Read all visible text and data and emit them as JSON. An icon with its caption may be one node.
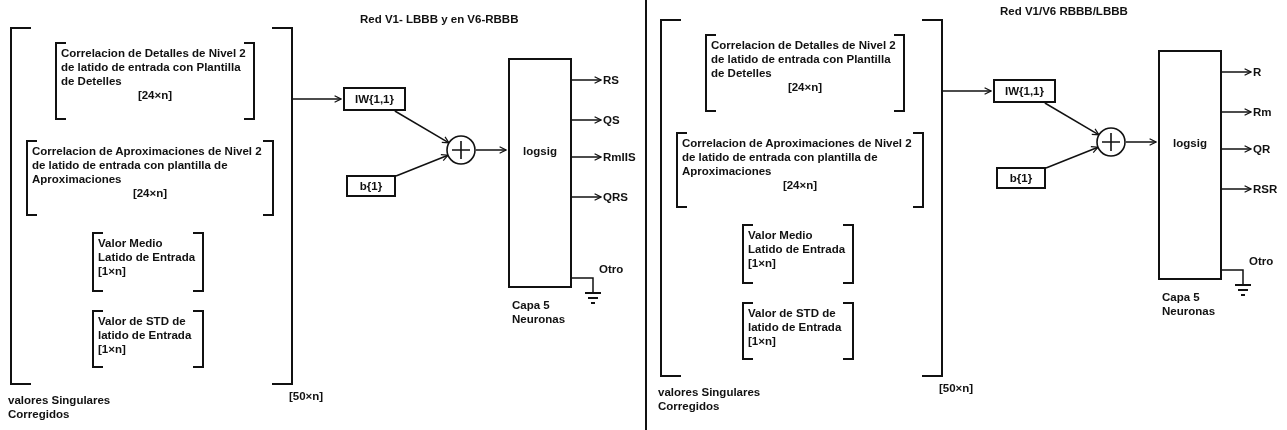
{
  "diagram": {
    "nodes": [
      {
        "text": [
          "valores Singulares Corregidos"
        ],
        "beside": [
          "[50×n]"
        ]
      },
      {
        "text": [
          "Correlacion de Detalles de Nivel 2 de latido de entrada con Plantilla de Detelles",
          "[24×n]"
        ],
        "in": 0
      },
      {
        "text": [
          "Correlacion de Aproximaciones de Nivel 2 de latido de entrada con plantilla de Aproximaciones",
          "[24×n]"
        ],
        "in": 0
      },
      {
        "text": [
          "Valor Medio Latido de Entrada [1×n]"
        ],
        "in": 0
      },
      {
        "text": [
          "Valor de STD de latido de Entrada [1×n]"
        ],
        "in": 0
      },
      {
        "text": [
          "IW{1,1}"
        ]
      },
      {
        "text": [
          "b{1}"
        ]
      },
      {
        "text": [],
        "shape": "circle"
      },
      {
        "text": [
          "logsig"
        ],
        "beside": [
          "Capa 5 Neuronas"
        ]
      },
      {
        "text": [
          "RS"
        ]
      },
      {
        "text": [
          "QS"
        ]
      },
      {
        "text": [
          "RmIIS"
        ]
      },
      {
        "text": [
          "QRS"
        ]
      },
      {
        "text": [],
        "shape": "ground"
      },
      {
        "text": [
          "valores Singulares Corregidos"
        ],
        "beside": [
          "[50×n]"
        ]
      },
      {
        "text": [
          "Correlacion de Detalles de Nivel 2 de latido de entrada con Plantilla de Detelles",
          "[24×n]"
        ],
        "in": 14
      },
      {
        "text": [
          "Correlacion de Aproximaciones de Nivel 2 de latido de entrada con plantilla de Aproximaciones",
          "[24×n]"
        ],
        "in": 14
      },
      {
        "text": [
          "Valor Medio Latido de Entrada [1×n]"
        ],
        "in": 14
      },
      {
        "text": [
          "Valor de STD de latido de Entrada [1×n]"
        ],
        "in": 14
      },
      {
        "text": [
          "IW{1,1}"
        ]
      },
      {
        "text": [
          "b{1}"
        ]
      },
      {
        "text": [],
        "shape": "circle"
      },
      {
        "text": [
          "logsig"
        ],
        "beside": [
          "Capa 5 Neuronas"
        ]
      },
      {
        "text": [
          "R"
        ]
      },
      {
        "text": [
          "Rm"
        ]
      },
      {
        "text": [
          "QR"
        ]
      },
      {
        "text": [
          "RSR"
        ]
      },
      {
        "text": [],
        "shape": "ground"
      }
    ],
    "edges": [
      {
        "from": 0,
        "to": 5,
        "arrow": "to"
      },
      {
        "from": 5,
        "to": 7,
        "arrow": "to"
      },
      {
        "from": 6,
        "to": 7,
        "arrow": "to"
      },
      {
        "from": 7,
        "to": 8,
        "arrow": "to"
      },
      {
        "from": 8,
        "to": 9,
        "arrow": "to"
      },
      {
        "from": 8,
        "to": 10,
        "arrow": "to"
      },
      {
        "from": 8,
        "to": 11,
        "arrow": "to"
      },
      {
        "from": 8,
        "to": 12,
        "arrow": "to"
      },
      {
        "from": 8,
        "to": 13,
        "arrow": "none",
        "label": "Otro"
      },
      {
        "from": 14,
        "to": 19,
        "arrow": "to"
      },
      {
        "from": 19,
        "to": 21,
        "arrow": "to"
      },
      {
        "from": 20,
        "to": 21,
        "arrow": "to"
      },
      {
        "from": 21,
        "to": 22,
        "arrow": "to"
      },
      {
        "from": 22,
        "to": 23,
        "arrow": "to"
      },
      {
        "from": 22,
        "to": 24,
        "arrow": "to"
      },
      {
        "from": 22,
        "to": 25,
        "arrow": "to"
      },
      {
        "from": 22,
        "to": 26,
        "arrow": "to"
      },
      {
        "from": 22,
        "to": 27,
        "arrow": "none",
        "label": "Otro"
      }
    ],
    "labels": [
      "Red V1- LBBB y en V6-RBBB",
      "Red V1/V6 RBBB/LBBB"
    ]
  }
}
